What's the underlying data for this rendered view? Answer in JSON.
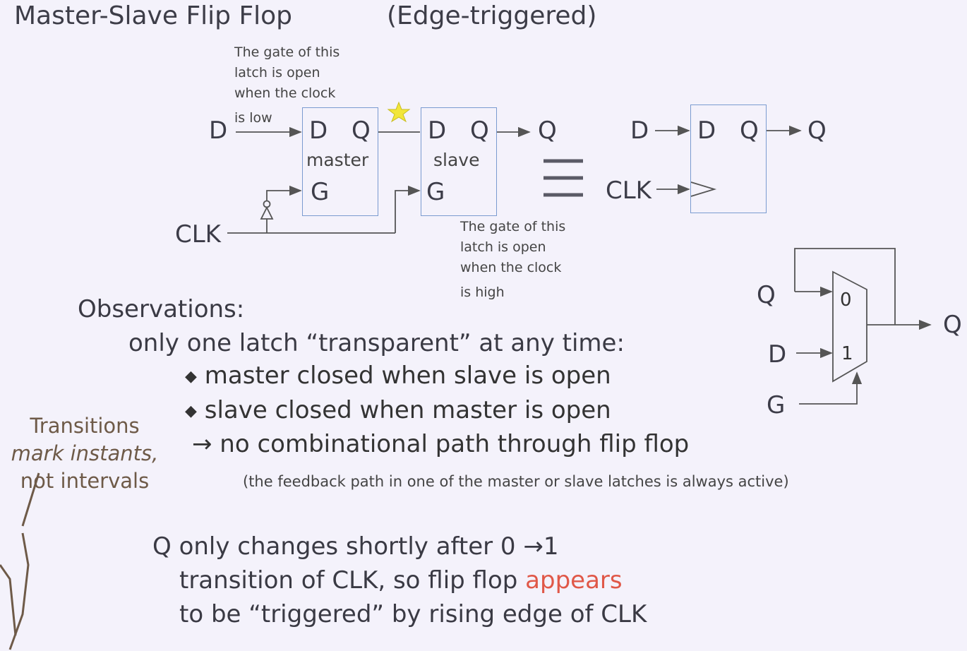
{
  "title": "Master-Slave Flip Flop",
  "subtitle": "(Edge-triggered)",
  "master_note": [
    "The gate of this",
    "latch is open",
    "when the clock",
    "is low"
  ],
  "slave_note": [
    "The gate of this",
    "latch is open",
    "when the clock",
    "is high"
  ],
  "master": {
    "d": "D",
    "q": "Q",
    "name": "master",
    "g": "G"
  },
  "slave": {
    "d": "D",
    "q": "Q",
    "name": "slave",
    "g": "G"
  },
  "input_d": "D",
  "output_q": "Q",
  "clk": "CLK",
  "equiv": "≡",
  "ff": {
    "d_in": "D",
    "d": "D",
    "q": "Q",
    "q_out": "Q",
    "clk": "CLK"
  },
  "mux": {
    "in0": "Q",
    "in1": "D",
    "sel": "G",
    "label0": "0",
    "label1": "1",
    "out": "Q"
  },
  "observations": {
    "heading": "Observations:",
    "line1": "only one latch “transparent” at any time:",
    "bullet1": "master closed when slave is open",
    "bullet2": "slave closed when master is open",
    "arrow_line": "→ no combinational path through flip flop",
    "paren": "(the feedback path in one of the master or slave latches is always active)"
  },
  "transitions": [
    "Transitions",
    "mark instants,",
    "not intervals"
  ],
  "conclusion": {
    "line1": "Q only changes shortly after 0 →1",
    "line2_a": "transition of CLK, so flip flop ",
    "line2_b": "appears",
    "line3": "to be “triggered” by rising edge of CLK"
  },
  "colors": {
    "box": "#7a9bd0",
    "accent": "#e05848",
    "star": "#f2e63a",
    "wire": "#555555"
  }
}
